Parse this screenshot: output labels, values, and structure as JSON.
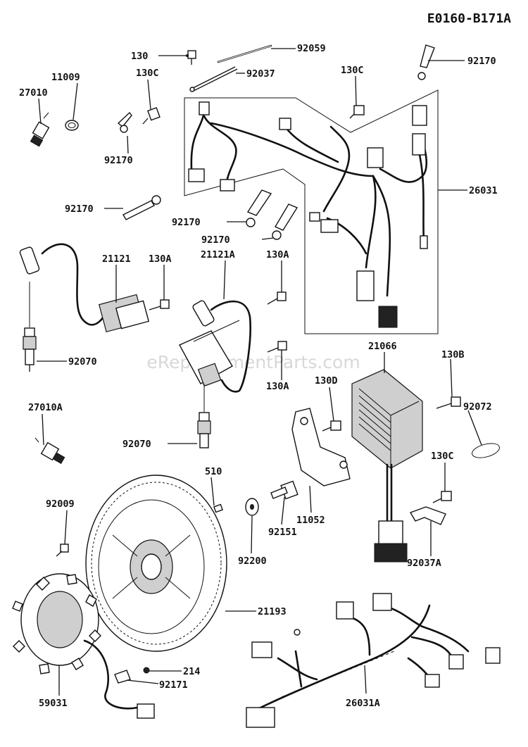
{
  "diagram_code": "E0160-B171A",
  "watermark": "eReplacementParts.com",
  "callouts": {
    "p130": "130",
    "p130c_a": "130C",
    "p130c_b": "130C",
    "p130c_c": "130C",
    "p130a_a": "130A",
    "p130a_b": "130A",
    "p130a_c": "130A",
    "p130b": "130B",
    "p130d": "130D",
    "p11009": "11009",
    "p27010": "27010",
    "p27010a": "27010A",
    "p92059": "92059",
    "p92037": "92037",
    "p92037a": "92037A",
    "p92170_a": "92170",
    "p92170_b": "92170",
    "p92170_c": "92170",
    "p92170_d": "92170",
    "p92170_e": "92170",
    "p26031": "26031",
    "p26031a": "26031A",
    "p21121": "21121",
    "p21121a": "21121A",
    "p92070_a": "92070",
    "p92070_b": "92070",
    "p21066": "21066",
    "p92072": "92072",
    "p510": "510",
    "p11052": "11052",
    "p92151": "92151",
    "p92200": "92200",
    "p92009": "92009",
    "p21193": "21193",
    "p214": "214",
    "p92171": "92171",
    "p59031": "59031"
  }
}
